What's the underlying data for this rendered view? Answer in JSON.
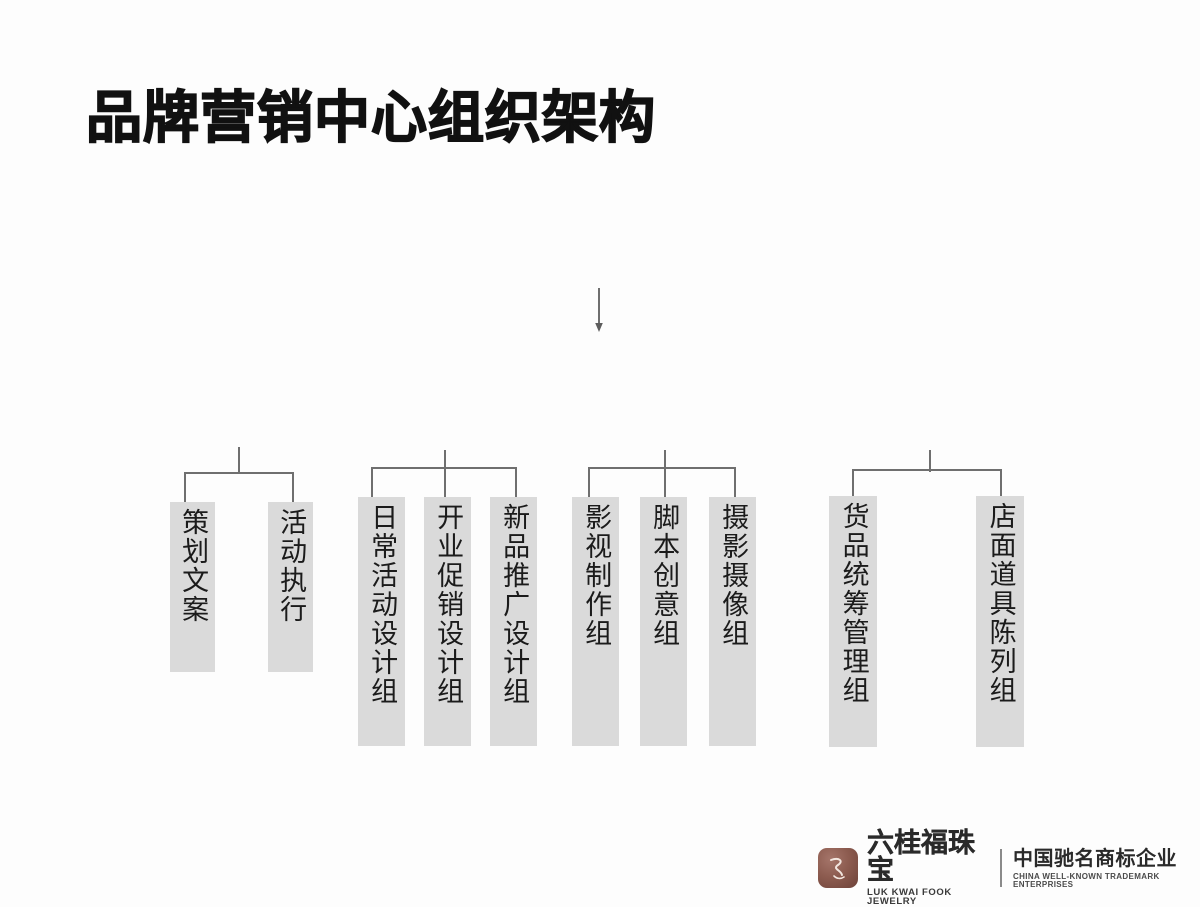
{
  "slide": {
    "title": "品牌营销中心组织架构",
    "background_color": "#fdfdfd",
    "box_fill_color": "#dadada",
    "connector_color": "#6f6f6f",
    "title_color": "#111111"
  },
  "arrow": {
    "name": "down-arrow",
    "direction": "down"
  },
  "groups": [
    {
      "id": "group-1",
      "branch_count": 2,
      "nodes": [
        {
          "label": "策划文案"
        },
        {
          "label": "活动执行"
        }
      ]
    },
    {
      "id": "group-2",
      "branch_count": 3,
      "nodes": [
        {
          "label": "日常活动设计组"
        },
        {
          "label": "开业促销设计组"
        },
        {
          "label": "新品推广设计组"
        }
      ]
    },
    {
      "id": "group-3",
      "branch_count": 3,
      "nodes": [
        {
          "label": "影视制作组"
        },
        {
          "label": "脚本创意组"
        },
        {
          "label": "摄影摄像组"
        }
      ]
    },
    {
      "id": "group-4",
      "branch_count": 2,
      "nodes": [
        {
          "label": "货品统筹管理组"
        },
        {
          "label": "店面道具陈列组"
        }
      ]
    }
  ],
  "footer": {
    "brand_cn": "六桂福珠宝",
    "brand_en": "LUK KWAI FOOK JEWELRY",
    "tagline_cn": "中国驰名商标企业",
    "tagline_en": "CHINA WELL-KNOWN TRADEMARK ENTERPRISES",
    "emblem_color": "#8d5c50"
  }
}
